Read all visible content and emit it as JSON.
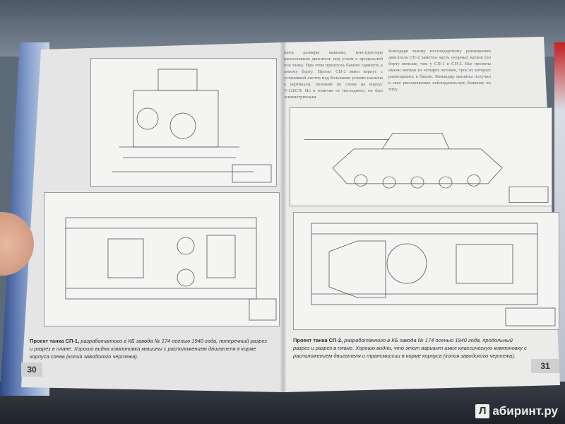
{
  "left_page": {
    "caption_title": "Проект танка СП-1,",
    "caption_text": " разработанного в КБ завода № 174 осенью 1940 года, поперечный разрез и разрез в плане. Хорошо видна компоновка машины с расположением двигателя в корме корпуса слева (копия заводского чертежа).",
    "page_number": "30"
  },
  "right_page": {
    "column_1": "шить размеры машины, конструкторы расположили двигатель под углом к продольной оси танка. При этом пришлось башню сдвинуть к левому борту. Проект СП-2 имел корпус с установкой листов под большими углами наклона к вертикали, похожий по схеме на корпус Т-126СП. Но в отличие от последнего, он был асимметричным.",
    "column_2": "Благодаря такому нестандартному размещению двигателя СП-2 заметно часть опорных катков (по борту меньше, чем у СП-1 и СП-2. Все проекты имели экипаж из четырёх человек, трое из которых размещались в башне. Командир машины получил в свое распоряжение наблюдательную башенку по типу",
    "caption_title": "Проект танка СП-2,",
    "caption_text": " разработанного в КБ завода № 174 осенью 1940 года, продольный разрез и разрез в плане. Хорошо видно, что этот вариант имел классическую компоновку с расположением двигателя и трансмиссии в корме корпуса (копия заводского чертежа).",
    "page_number": "31"
  },
  "watermark": {
    "mark": "Л",
    "text": "абиринт.ру"
  }
}
